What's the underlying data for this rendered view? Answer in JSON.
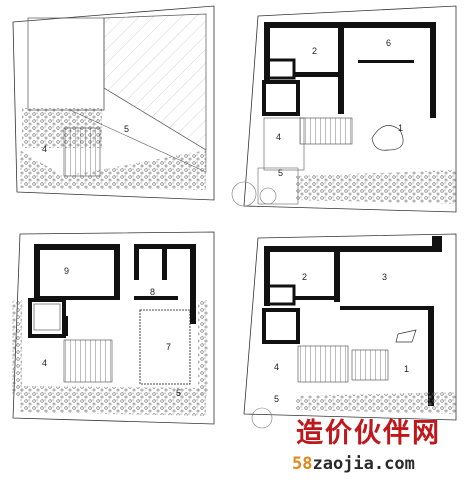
{
  "plans": [
    {
      "title": "",
      "labels": [
        "4",
        "5"
      ]
    },
    {
      "title": "",
      "labels": [
        "2",
        "6",
        "4",
        "1",
        "5"
      ]
    },
    {
      "title": "",
      "labels": [
        "9",
        "8",
        "4",
        "7",
        "5"
      ]
    },
    {
      "title": "",
      "labels": [
        "2",
        "3",
        "4",
        "1",
        "5"
      ]
    }
  ],
  "watermark": {
    "chinese": "造价伙伴网",
    "url_number": "58",
    "url_text": "zaojia.com"
  },
  "colors": {
    "wall": "#111111",
    "line": "#333333",
    "hatch": "#999999",
    "watermark_red": "#c0181a"
  }
}
